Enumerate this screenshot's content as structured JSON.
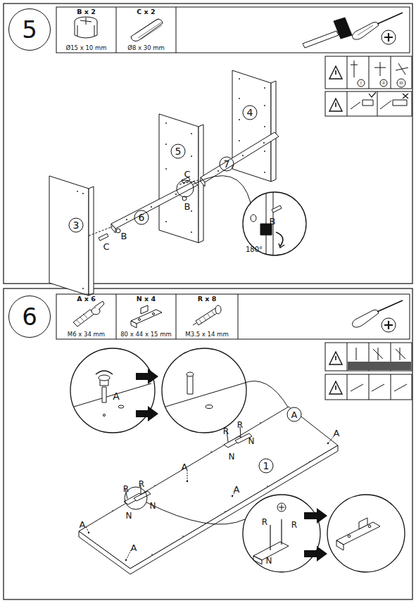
{
  "diagram": {
    "nodes": [
      {
        "text": [
          "5"
        ]
      },
      {
        "text": [
          "B x 2",
          "Ø15 x 10 mm"
        ]
      },
      {
        "text": [
          "C x 2",
          "Ø8 x 30 mm"
        ]
      },
      {
        "text": [
          "6"
        ]
      },
      {
        "text": [
          "A x 6",
          "M6 x 34 mm"
        ]
      },
      {
        "text": [
          "N x 4",
          "80 x 44 x 15 mm"
        ]
      },
      {
        "text": [
          "R x 8",
          "M3.5 x 14 mm"
        ]
      }
    ],
    "labels": [
      "4",
      "5",
      "7",
      "3",
      "6",
      "C",
      "B",
      "C",
      "B",
      "B",
      "180°",
      "I",
      "II",
      "III",
      "A",
      "A",
      "A",
      "A",
      "A",
      "A",
      "A",
      "1",
      "R",
      "R",
      "N",
      "N",
      "R",
      "R",
      "N",
      "N",
      "R",
      "R",
      "N"
    ]
  }
}
